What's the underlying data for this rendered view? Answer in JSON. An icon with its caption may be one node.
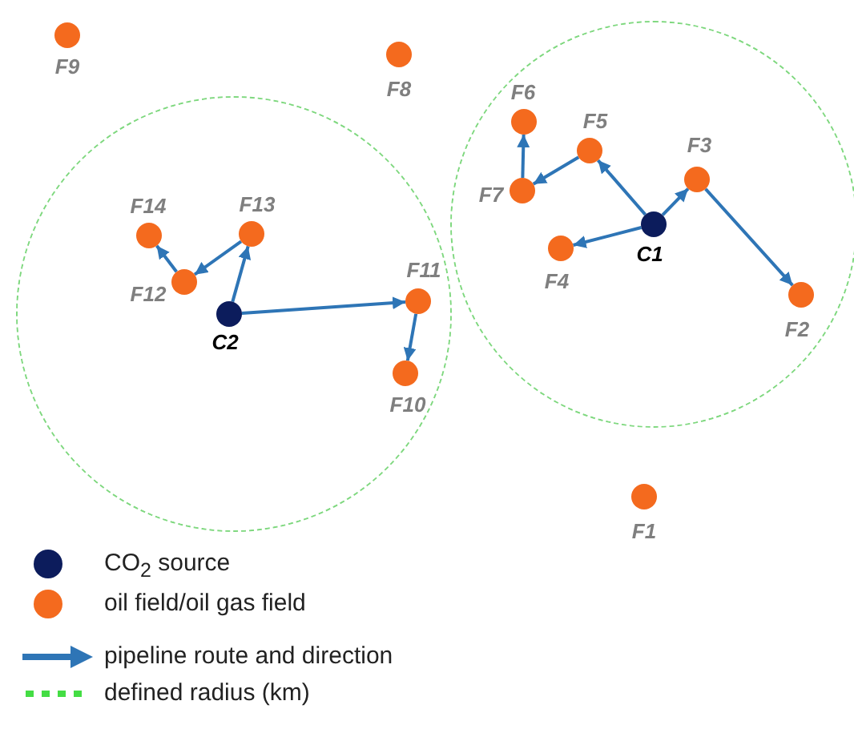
{
  "diagram": {
    "nodes": [
      {
        "text": [],
        "shape": "circle",
        "beside": [
          "F9"
        ]
      },
      {
        "text": [],
        "shape": "circle",
        "beside": [
          "F8"
        ]
      },
      {
        "text": [],
        "shape": "circle"
      },
      {
        "text": [],
        "shape": "circle",
        "beside": [
          "F6"
        ],
        "in": 2
      },
      {
        "text": [],
        "shape": "circle",
        "beside": [
          "F5"
        ],
        "in": 2
      },
      {
        "text": [],
        "shape": "circle",
        "beside": [
          "F3"
        ],
        "in": 2
      },
      {
        "text": [],
        "shape": "circle",
        "beside": [
          "F7"
        ],
        "in": 2
      },
      {
        "text": [],
        "shape": "circle",
        "beside": [
          "C1"
        ],
        "in": 2
      },
      {
        "text": [],
        "shape": "circle",
        "beside": [
          "F4"
        ],
        "in": 2
      },
      {
        "text": [],
        "shape": "circle",
        "beside": [
          "F2"
        ],
        "in": 2
      },
      {
        "text": [],
        "shape": "circle"
      },
      {
        "text": [],
        "shape": "circle",
        "beside": [
          "F14"
        ],
        "in": 10
      },
      {
        "text": [],
        "shape": "circle",
        "beside": [
          "F13"
        ],
        "in": 10
      },
      {
        "text": [],
        "shape": "circle",
        "beside": [
          "F12"
        ],
        "in": 10
      },
      {
        "text": [],
        "shape": "circle",
        "beside": [
          "C2"
        ],
        "in": 10
      },
      {
        "text": [],
        "shape": "circle",
        "beside": [
          "F11"
        ],
        "in": 10
      },
      {
        "text": [],
        "shape": "circle",
        "beside": [
          "F10"
        ],
        "in": 10
      },
      {
        "text": [],
        "shape": "circle",
        "beside": [
          "F1"
        ]
      }
    ],
    "edges": [
      {
        "from": 7,
        "to": 4,
        "arrow": "to"
      },
      {
        "from": 4,
        "to": 6,
        "arrow": "to"
      },
      {
        "from": 6,
        "to": 3,
        "arrow": "to"
      },
      {
        "from": 7,
        "to": 5,
        "arrow": "to"
      },
      {
        "from": 5,
        "to": 9,
        "arrow": "to"
      },
      {
        "from": 7,
        "to": 8,
        "arrow": "to"
      },
      {
        "from": 14,
        "to": 12,
        "arrow": "to"
      },
      {
        "from": 12,
        "to": 13,
        "arrow": "to"
      },
      {
        "from": 13,
        "to": 11,
        "arrow": "to"
      },
      {
        "from": 14,
        "to": 15,
        "arrow": "to"
      },
      {
        "from": 15,
        "to": 16,
        "arrow": "to"
      }
    ],
    "legend": [
      {
        "text": "CO$_{2}$ source",
        "color": "#0c1c5c"
      },
      {
        "text": "oil field/oil gas field",
        "color": "#f46a1e"
      },
      {
        "text": "pipeline route and direction"
      },
      {
        "text": "defined radius (km)"
      }
    ]
  }
}
